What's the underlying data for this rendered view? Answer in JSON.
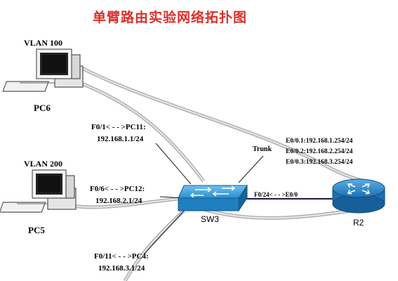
{
  "title": "单臂路由实验网络拓扑图",
  "pc6": {
    "vlan": "VLAN 100",
    "name": "PC6"
  },
  "pc5": {
    "vlan": "VLAN 200",
    "name": "PC5"
  },
  "links": {
    "pc11": {
      "port": "F0/1< - - >PC11:",
      "ip": "192.168.1.1/24"
    },
    "pc12": {
      "port": "F0/6< - - >PC12:",
      "ip": "192.168.2.1/24"
    },
    "pc4": {
      "port": "F0/11< - - >PC4:",
      "ip": "192.168.3.1/24"
    },
    "trunk_label": "Trunk",
    "uplink": "F0/24< - - >E0/0"
  },
  "switch": {
    "name": "SW3"
  },
  "router": {
    "name": "R2",
    "subinterfaces": [
      "E0/0.1:192.168.1.254/24",
      "E0/0.2:192.168.2.254/24",
      "E0/0.3:192.168.3.254/24"
    ]
  },
  "colors": {
    "title": "#d9302a",
    "switch": "#1e7fc1",
    "router": "#1c6fb3",
    "cable": "#b0b0b0",
    "link": "#1a1a1a"
  },
  "icons": {
    "pc": "desktop-computer-icon",
    "switch": "network-switch-icon",
    "router": "router-icon"
  }
}
